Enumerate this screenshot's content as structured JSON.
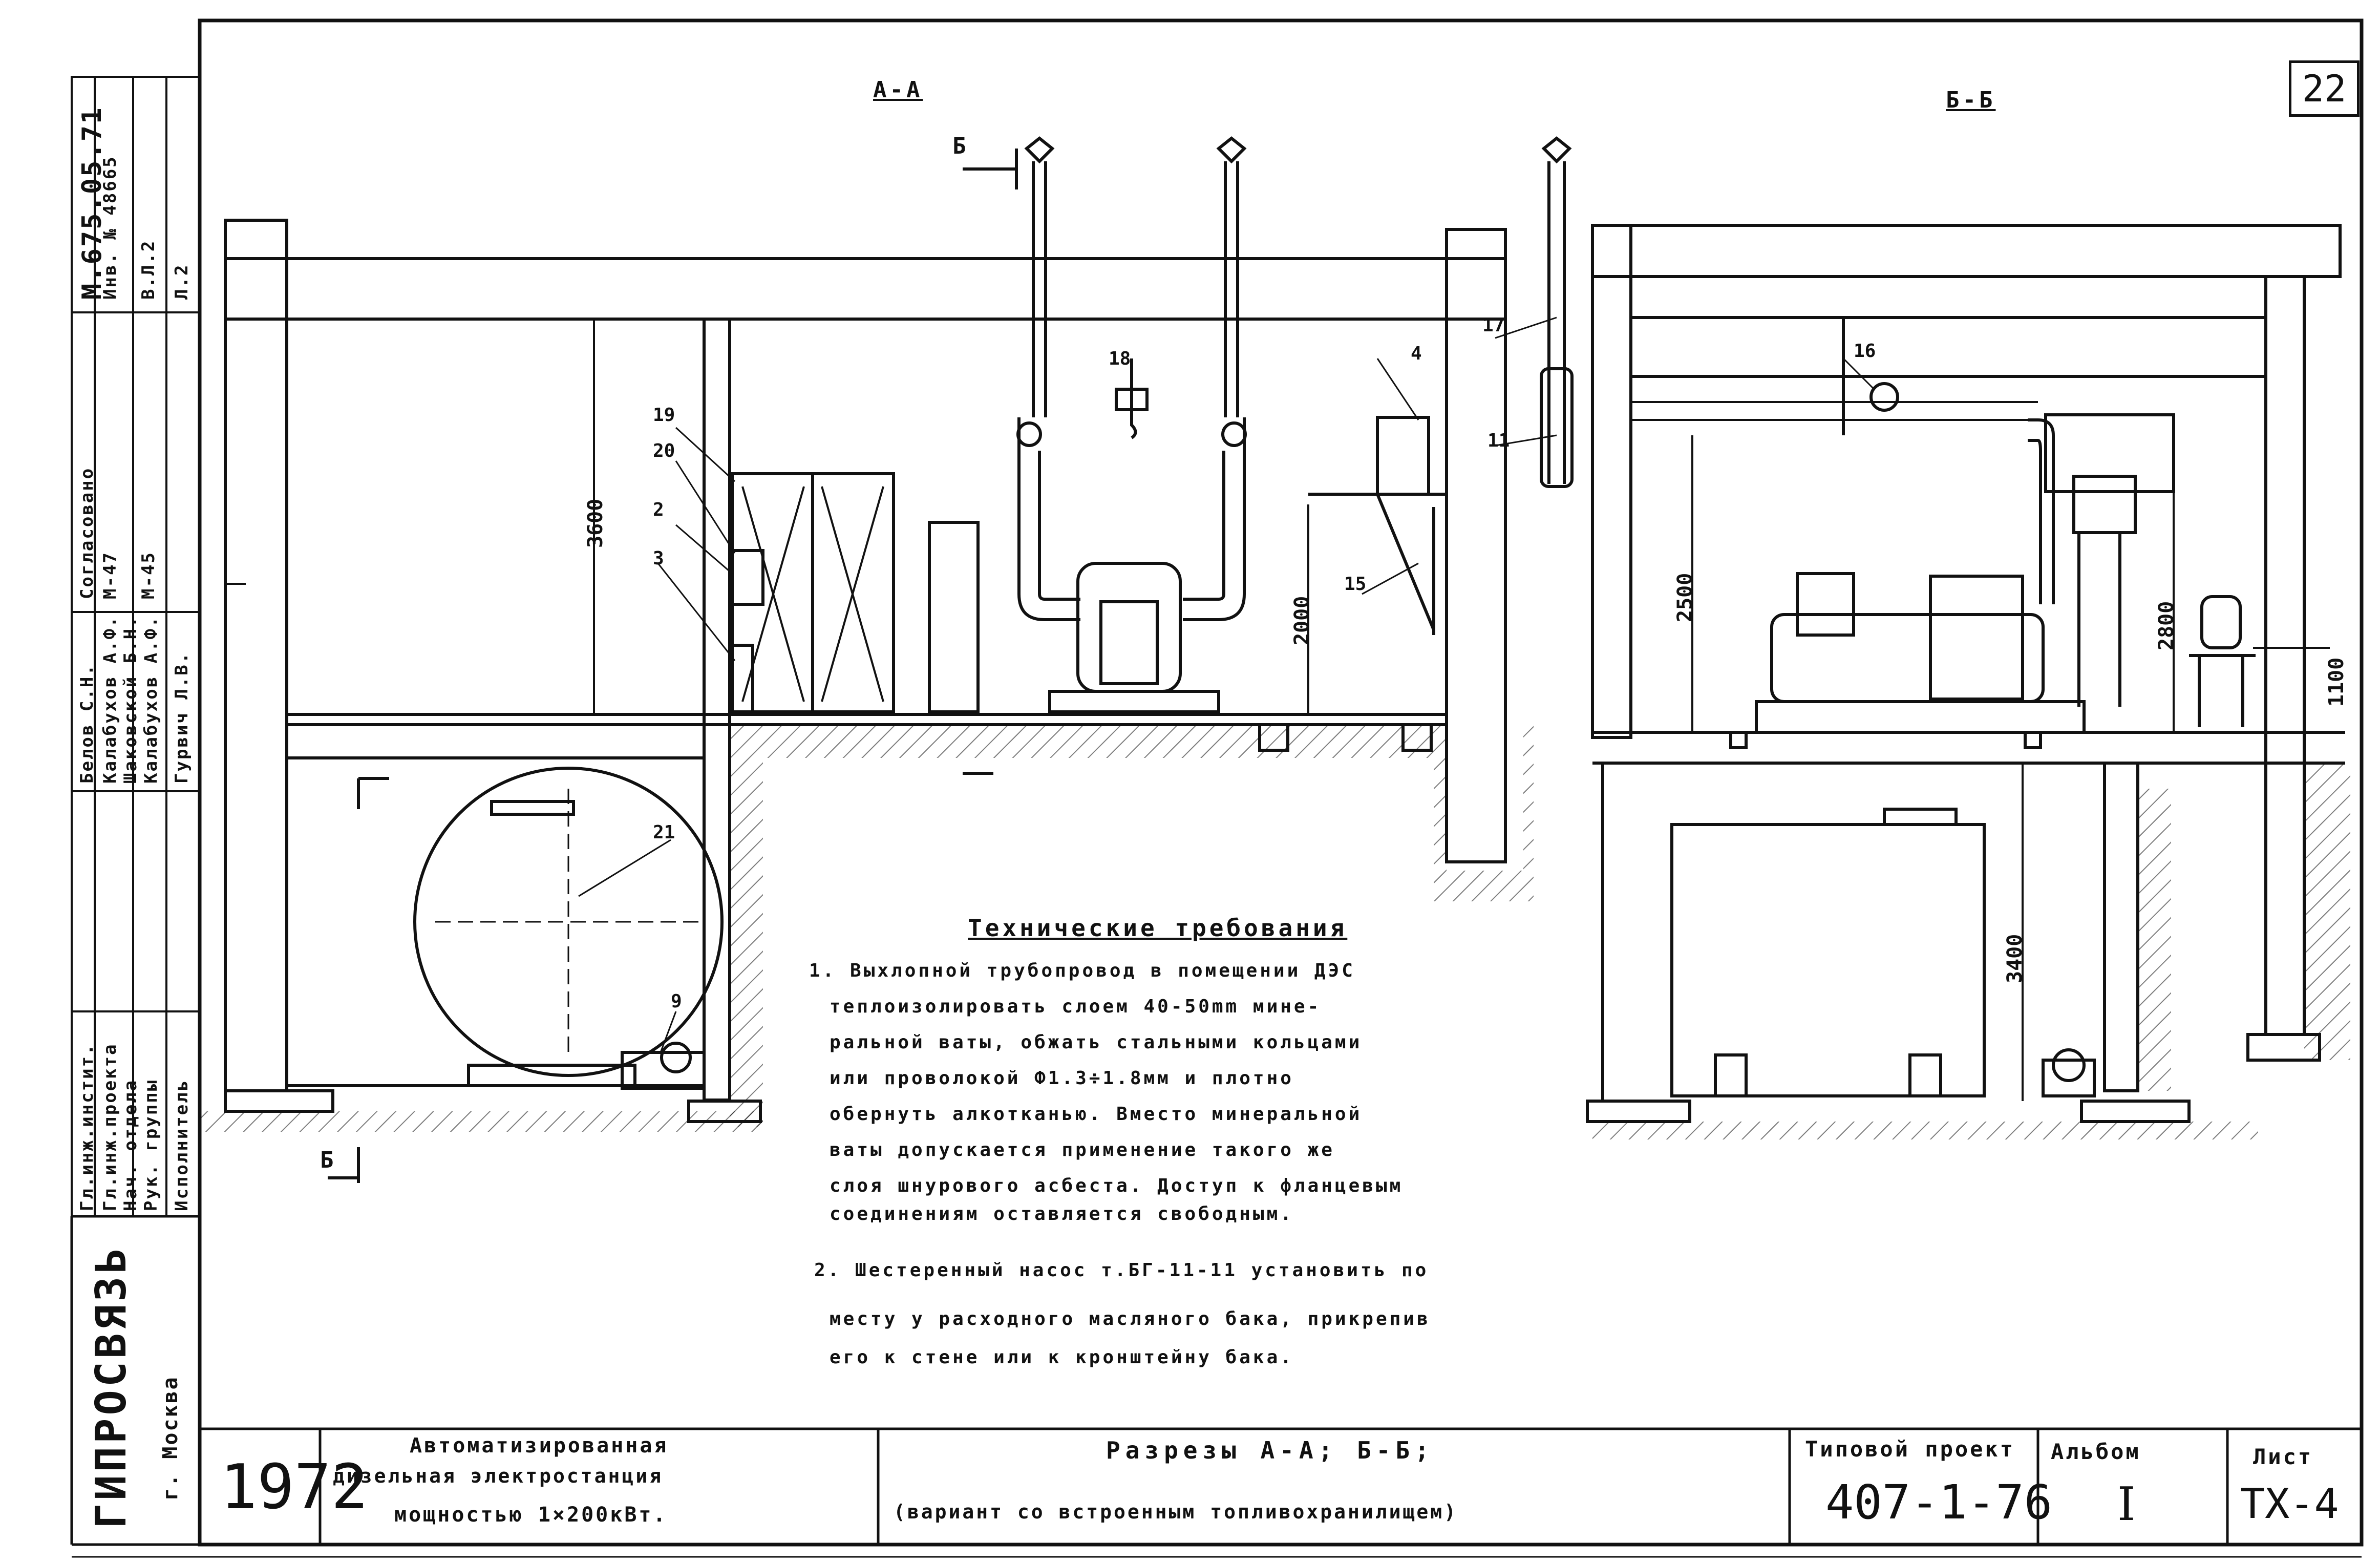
{
  "sheet": {
    "number": "22",
    "colors": {
      "ink": "#111111",
      "paper": "#ffffff"
    }
  },
  "sections": {
    "aa": {
      "title": "А-А"
    },
    "bb": {
      "title": "Б-Б"
    },
    "cut_marks": {
      "b_top": "Б",
      "b_bottom": "Б"
    }
  },
  "dimensions": {
    "aa_height": "3600",
    "aa_bracket_height": "2000",
    "bb_height_left": "2500",
    "bb_height_right": "2800",
    "bb_right_small": "1100",
    "bb_lower": "3400"
  },
  "callouts": {
    "c2": "2",
    "c3": "3",
    "c4": "4",
    "c9": "9",
    "c11": "11",
    "c15": "15",
    "c16": "16",
    "c17": "17",
    "c18": "18",
    "c19": "19",
    "c20": "20",
    "c21": "21"
  },
  "requirements": {
    "title": "Технические требования",
    "lines": [
      "1. Выхлопной трубопровод в помещении ДЭС",
      "теплоизолировать слоем 40-50mm мине-",
      "ральной ваты, обжать стальными кольцами",
      "или проволокой Ф1.3÷1.8мм и плотно",
      "обернуть алкотканью. Вместо минеральной",
      "ваты допускается применение такого же",
      "слоя шнурового асбеста. Доступ к фланцевым",
      "соединениям оставляется свободным.",
      "2. Шестеренный насос т.БГ-11-11 установить по",
      "месту у расходного масляного бака, прикрепив",
      "его к стене или к кронштейну бака."
    ]
  },
  "sidebar": {
    "code": "М.675.05.71",
    "inv": "Инв. № 48665",
    "sheet_ref_1": "В.Л.2",
    "sheet_ref_2": "Л.2",
    "agreed": "Согласовано",
    "agreed_m47": "М-47",
    "agreed_m45": "М-45",
    "roles": [
      "Гл.инж.инстит.",
      "Гл.инж.проекта",
      "Нач. отдела",
      "Рук. группы",
      "Исполнитель"
    ],
    "names": [
      "Белов С.Н.",
      "Калабухов А.Ф.",
      "Шаковской Б.Н.",
      "Калабухов А.Ф.",
      "Гурвич Л.В."
    ],
    "org": "ГИПРОСВЯЗЬ",
    "city": "г. Москва"
  },
  "title_block": {
    "year": "1972",
    "desc_line1": "Автоматизированная",
    "desc_line2": "дизельная электростанция",
    "desc_line3": "мощностью 1×200кВт.",
    "sheet_title_line1": "Разрезы А-А; Б-Б;",
    "sheet_title_line2": "(вариант со встроенным топливохранилищем)",
    "project_label": "Типовой проект",
    "project_number": "407-1-76",
    "album_label": "Альбом",
    "album_number": "I",
    "sheet_label": "Лист",
    "sheet_code": "ТХ-4"
  }
}
